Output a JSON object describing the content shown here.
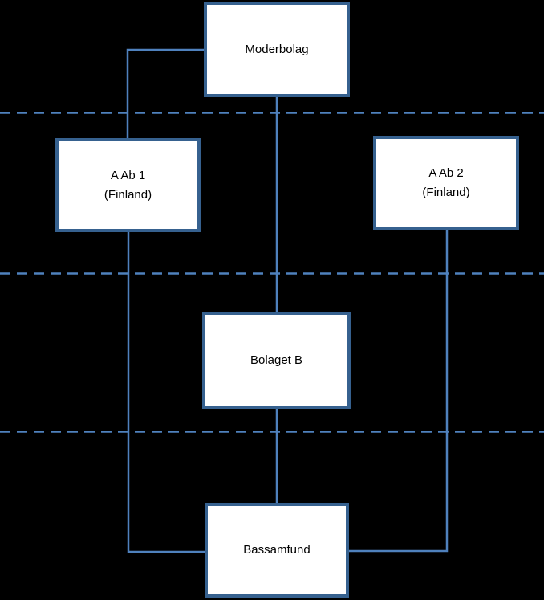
{
  "diagram": {
    "nodes": [
      {
        "id": "moderbolag",
        "label": "Moderbolag"
      },
      {
        "id": "a-ab-1",
        "label": "A Ab 1\n(Finland)"
      },
      {
        "id": "a-ab-2",
        "label": "A Ab 2\n(Finland)"
      },
      {
        "id": "bolaget-b",
        "label": "Bolaget B"
      },
      {
        "id": "bassamfund",
        "label": "Bassamfund"
      }
    ],
    "edges": [
      {
        "from": "Moderbolag",
        "to": "A Ab 1 (Finland)"
      },
      {
        "from": "Moderbolag",
        "to": "Bolaget B"
      },
      {
        "from": "A Ab 1 (Finland)",
        "to": "Bassamfund"
      },
      {
        "from": "Bolaget B",
        "to": "Bassamfund"
      },
      {
        "from": "A Ab 2 (Finland)",
        "to": "Bassamfund"
      }
    ],
    "separator_count": 3
  },
  "theme": {
    "bg": "#000000",
    "box_fill": "#ffffff",
    "box_border": "#36618f",
    "line": "#4f81bd",
    "text": "#000000"
  }
}
